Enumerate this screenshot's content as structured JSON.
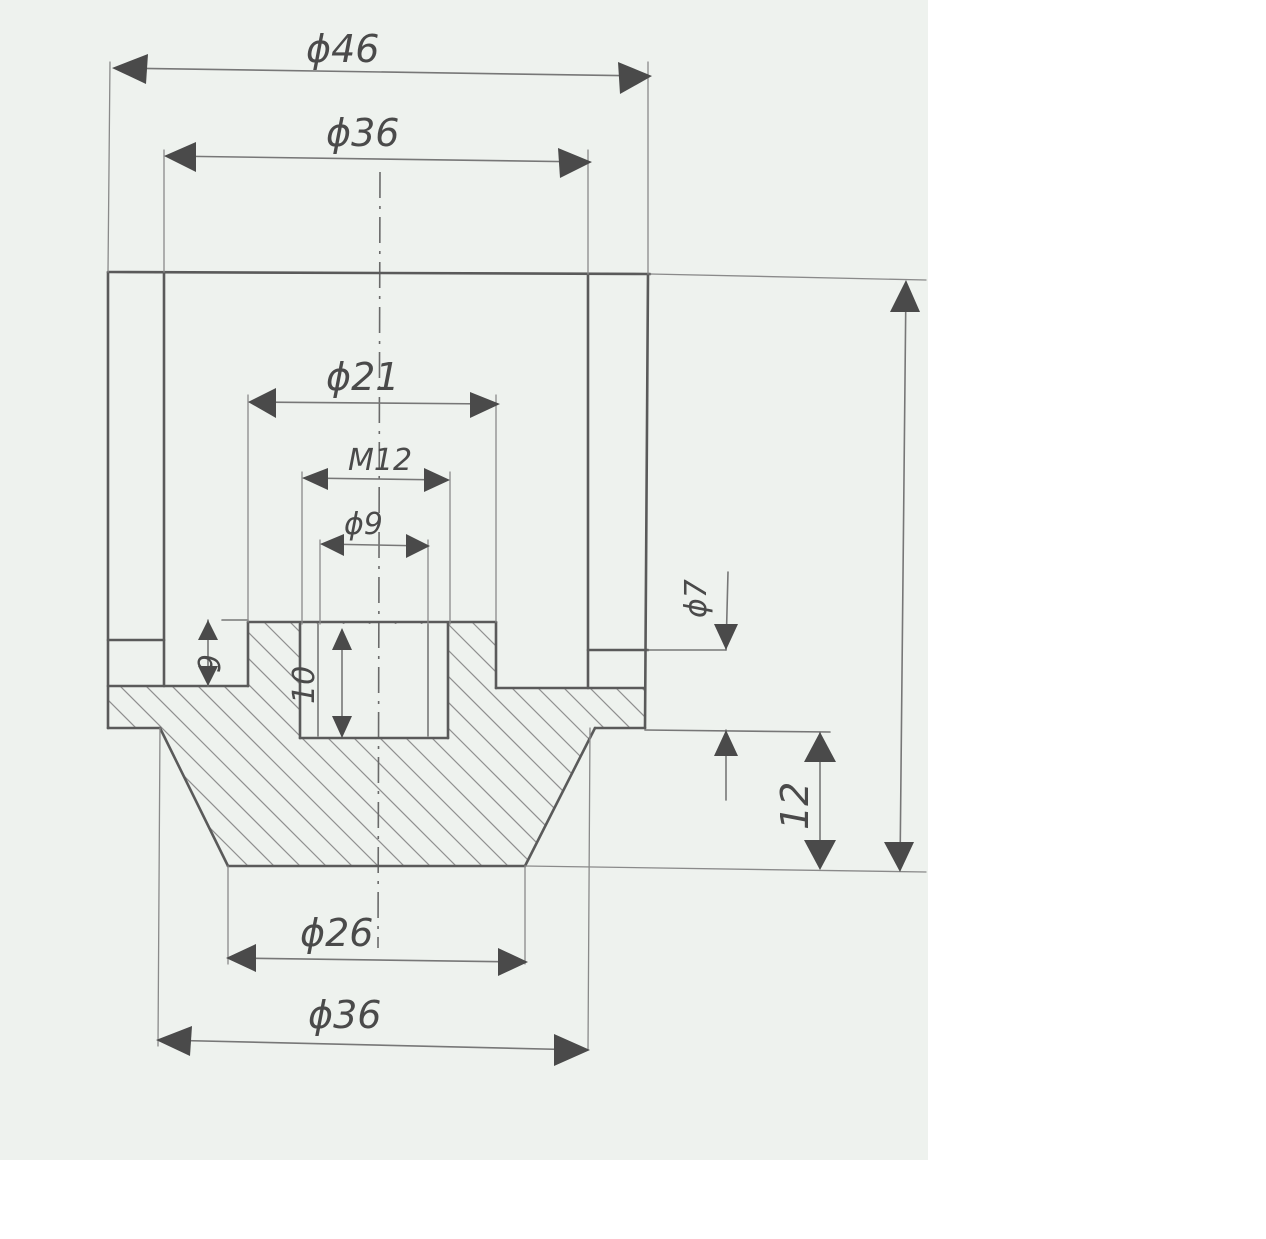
{
  "colors": {
    "paper": "#eef2ee",
    "pencil": "#5a5a5a",
    "background": "#ffffff"
  },
  "dimensions": {
    "outer_diameter_top": "ϕ46",
    "inner_diameter_top": "ϕ36",
    "bore_diameter": "ϕ21",
    "thread": "M12",
    "thread_core": "ϕ9",
    "hole_diameter": "ϕ7",
    "bore_depth": "6",
    "thread_depth": "10",
    "cone_height": "12",
    "cone_bottom_diameter": "ϕ26",
    "base_diameter": "ϕ36"
  }
}
